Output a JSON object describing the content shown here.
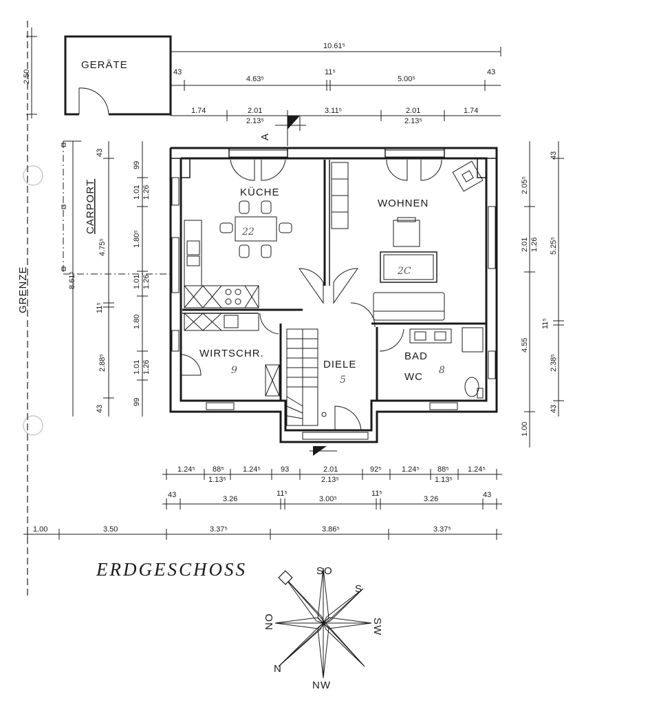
{
  "title": "ERDGESCHOSS",
  "boundary_label": "GRENZE",
  "outbuildings": {
    "shed": "GERÄTE",
    "carport": "CARPORT"
  },
  "rooms": {
    "kitchen": "KÜCHE",
    "living": "WOHNEN",
    "utility": "WIRTSCHR.",
    "hall": "DIELE",
    "bath": "BAD",
    "wc": "WC"
  },
  "handwritten": {
    "kitchen": "22",
    "living": "2C",
    "utility": "9",
    "hall": "5",
    "bath": "8"
  },
  "section_marker": "A",
  "compass": {
    "n": "N",
    "no": "NO",
    "so": "SO",
    "s": "S",
    "sw": "SW",
    "nw": "NW"
  },
  "dims": {
    "top_total": "10.61⁵",
    "top_row2": [
      "43",
      "4.63⁵",
      "11⁵",
      "5.00⁵",
      "43"
    ],
    "top_row3": [
      "1.74",
      "2.01",
      "2.13⁵",
      "3.11⁵",
      "2.01",
      "2.13⁵",
      "1.74"
    ],
    "shed_height": "2.50",
    "left_col1": [
      "43",
      "4.75⁵",
      "8.61⁵",
      "11⁵",
      "2.88⁵",
      "43"
    ],
    "left_col2": [
      "99",
      "1.01",
      "1.80⁵",
      "1.01",
      "1.80",
      "1.01",
      "99"
    ],
    "left_col3": [
      "1.26",
      "1.26",
      "1.26"
    ],
    "right_col1": [
      "2.05⁵",
      "2.01",
      "4.55",
      "1.00"
    ],
    "right_col2": [
      "1.26"
    ],
    "right_col3": [
      "43",
      "5.25⁵",
      "11⁵",
      "2.38⁵",
      "43"
    ],
    "bottom_row1": [
      "1.24⁵",
      "88⁵",
      "1.13⁵",
      "1.24⁵",
      "93",
      "2.01",
      "2.13⁵",
      "92⁵",
      "1.24⁵",
      "88⁵",
      "1.13⁵",
      "1.24⁵"
    ],
    "bottom_row2": [
      "43",
      "3.26",
      "11⁵",
      "3.00⁵",
      "11⁵",
      "3.26",
      "43"
    ],
    "bottom_row3": [
      "1.00",
      "3.50",
      "3.37⁵",
      "3.86⁵",
      "3.37⁵"
    ]
  }
}
